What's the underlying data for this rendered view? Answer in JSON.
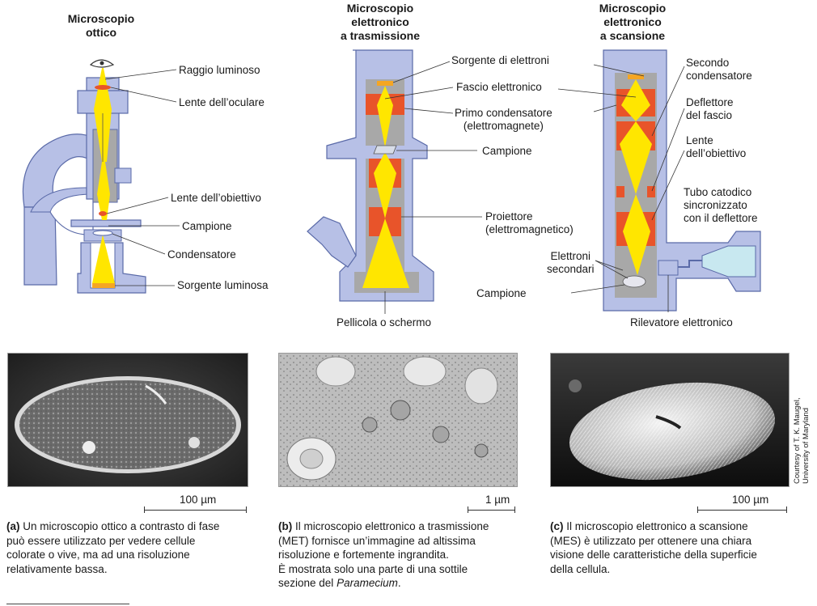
{
  "panels": {
    "optical": {
      "title_1": "Microscopio",
      "title_2": "ottico",
      "labels": {
        "light_ray": "Raggio luminoso",
        "eyepiece": "Lente dell’oculare",
        "objective": "Lente dell’obiettivo",
        "specimen": "Campione",
        "condenser": "Condensatore",
        "light_source": "Sorgente luminosa"
      }
    },
    "tem": {
      "title_1": "Microscopio",
      "title_2": "elettronico",
      "title_3": "a trasmissione",
      "labels": {
        "electron_source": "Sorgente di elettroni",
        "electron_beam": "Fascio elettronico",
        "first_condenser_1": "Primo condensatore",
        "first_condenser_2": "(elettromagnete)",
        "specimen": "Campione",
        "projector_1": "Proiettore",
        "projector_2": "(elettromagnetico)",
        "film": "Pellicola o schermo"
      }
    },
    "sem": {
      "title_1": "Microscopio",
      "title_2": "elettronico",
      "title_3": "a scansione",
      "labels": {
        "second_condenser_1": "Secondo",
        "second_condenser_2": "condensatore",
        "deflector_1": "Deflettore",
        "deflector_2": "del fascio",
        "objective_1": "Lente",
        "objective_2": "dell’obiettivo",
        "crt_1": "Tubo catodico",
        "crt_2": "sincronizzato",
        "crt_3": "con il deflettore",
        "secondary_1": "Elettroni",
        "secondary_2": "secondari",
        "specimen": "Campione",
        "detector": "Rilevatore elettronico"
      }
    }
  },
  "micrographs": {
    "a": {
      "scale": "100 µm"
    },
    "b": {
      "scale": "1 µm"
    },
    "c": {
      "scale": "100 µm",
      "credit_1": "Courtesy of T. K. Maugel,",
      "credit_2": "University of Maryland"
    }
  },
  "captions": {
    "a": {
      "tag": "(a)",
      "lines": [
        "Un microscopio ottico a contrasto di fase",
        "può essere utilizzato per vedere cellule",
        "colorate o vive, ma ad una risoluzione",
        "relativamente bassa."
      ]
    },
    "b": {
      "tag": "(b)",
      "lines": [
        "Il microscopio elettronico a trasmissione",
        "(MET) fornisce un’immagine ad altissima",
        "risoluzione e fortemente ingrandita.",
        "È mostrata solo una parte di una sottile"
      ],
      "last_prefix": "sezione del",
      "last_italic": "Paramecium",
      "last_suffix": "."
    },
    "c": {
      "tag": "(c)",
      "lines": [
        "Il microscopio elettronico a scansione",
        "(MES) è utilizzato per ottenere una chiara",
        "visione delle caratteristiche della superficie",
        "della cellula."
      ]
    }
  },
  "colors": {
    "body": "#b7c0e6",
    "body_stroke": "#5a6aa8",
    "lens": "#e8542a",
    "lens_light": "#f07a4a",
    "beam": "#ffe600",
    "column": "#a8a8a8"
  }
}
